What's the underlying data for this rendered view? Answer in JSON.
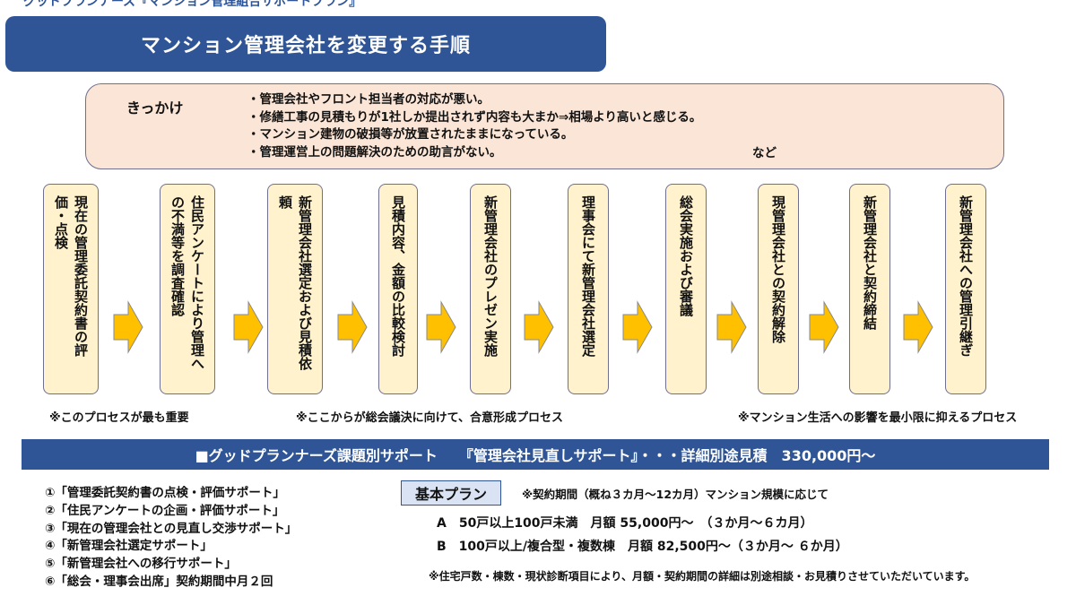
{
  "caption": "グッドプランナーズ『マンション管理組合サポートプラン』",
  "title": "マンション管理会社を変更する手順",
  "trigger": {
    "label": "きっかけ",
    "items": [
      "・管理会社やフロント担当者の対応が悪い。",
      "・修繕工事の見積もりが1社しか提出されず内容も大まか⇒相場より高いと感じる。",
      "・マンション建物の破損等が放置されたままになっている。",
      "・管理運営上の問題解決のための助言がない。"
    ],
    "etc": "など"
  },
  "steps": [
    {
      "lines": [
        "現在の管理委託契約書の評",
        "価・点検"
      ]
    },
    {
      "lines": [
        "住民アンケートにより管理へ",
        "の不満等を調査確認"
      ]
    },
    {
      "lines": [
        "新管理会社選定および見積依",
        "頼"
      ]
    },
    {
      "lines": [
        "見積内容、金額の比較検討"
      ]
    },
    {
      "lines": [
        "新管理会社のプレゼン実施"
      ]
    },
    {
      "lines": [
        "理事会にて新管理会社選定"
      ]
    },
    {
      "lines": [
        "総会実施および審議"
      ]
    },
    {
      "lines": [
        "現管理会社との契約解除"
      ]
    },
    {
      "lines": [
        "新管理会社と契約締結"
      ]
    },
    {
      "lines": [
        "新管理会社への管理引継ぎ"
      ]
    }
  ],
  "notes": {
    "left": "※このプロセスが最も重要",
    "middle": "※ここからが総会議決に向けて、合意形成プロセス",
    "right": "※マンション生活への影響を最小限に抑えるプロセス"
  },
  "support": {
    "banner": "■グッドプランナーズ課題別サポート　　『管理会社見直しサポート』・・・詳細別途見積　330,000円～",
    "items": [
      "①「管理委託契約書の点検・評価サポート」",
      "②「住民アンケートの企画・評価サポート」",
      "③「現在の管理会社との見直し交渉サポート」",
      "④「新管理会社選定サポート」",
      "⑤「新管理会社への移行サポート」",
      "⑥「総会・理事会出席」契約期間中月２回"
    ]
  },
  "plan": {
    "label": "基本プラン",
    "note": "※契約期間（概ね３カ月～12カ月）マンション規模に応じて",
    "rows": [
      "A　50戸以上100戸未満　月額 55,000円～　（３か月～６カ月）",
      "B　100戸以上/複合型・複数棟　月額 82,500円～（３か月～ ６か月）"
    ],
    "footnote": "※住宅戸数・棟数・現状診断項目により、月額・契約期間の詳細は別途相談・お見積りさせていただいています。"
  },
  "colors": {
    "navy": "#2f5597",
    "trigger_bg": "#fbe5d6",
    "step_bg": "#fff2cc",
    "arrow": "#ffc000"
  }
}
